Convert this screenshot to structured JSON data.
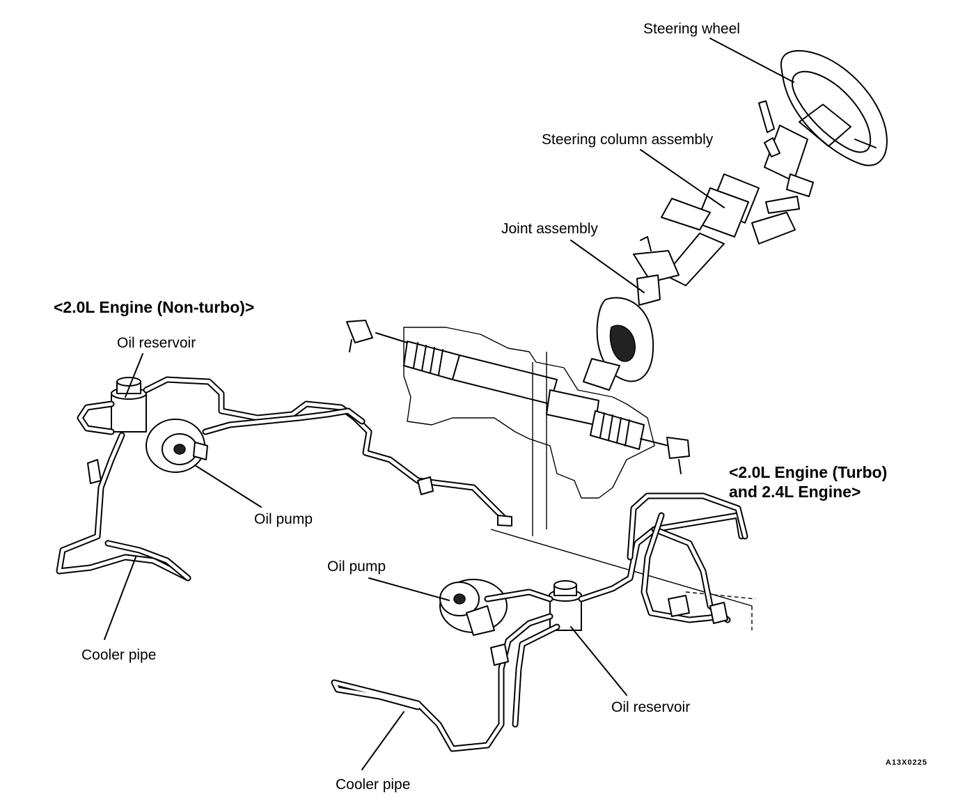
{
  "labels": {
    "steering_wheel": "Steering wheel",
    "steering_column": "Steering column assembly",
    "joint_assembly": "Joint assembly",
    "engine_nonturbo": "<2.0L Engine (Non-turbo)>",
    "oil_reservoir_left": "Oil reservoir",
    "oil_pump_left": "Oil pump",
    "cooler_pipe_left": "Cooler pipe",
    "engine_turbo_line1": "<2.0L Engine (Turbo)",
    "engine_turbo_line2": "and 2.4L Engine>",
    "oil_pump_right": "Oil pump",
    "oil_reservoir_right": "Oil reservoir",
    "cooler_pipe_right": "Cooler pipe"
  },
  "figure_code": "A13X0225",
  "colors": {
    "ink": "#000000",
    "paper": "#ffffff"
  }
}
